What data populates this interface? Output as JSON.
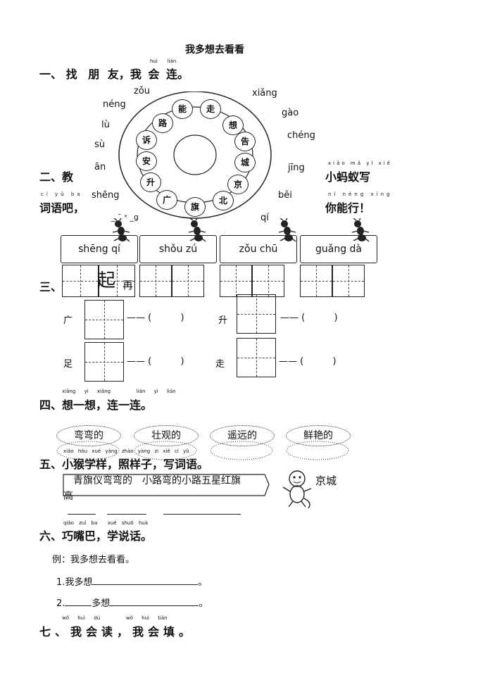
{
  "title": "我多想去看看",
  "sections": {
    "s1": {
      "label": "一、",
      "chars": [
        "找",
        "朋",
        "友",
        "，",
        "我",
        "会",
        "连",
        "。"
      ],
      "pinyin": [
        "",
        "",
        "",
        "",
        "",
        "huì",
        "lián",
        ""
      ]
    },
    "s2": {
      "line1": "二、教",
      "line1_end": "小蚂蚁写",
      "line2": "词语吧，",
      "line2_end": "你能行！",
      "pinyin_mid": [
        "xiǎo",
        "mǎ",
        "yǐ",
        "xiě"
      ],
      "pinyin_ci": [
        "cí",
        "yǔ",
        "ba"
      ],
      "pinyin_neng": [
        "nǐ",
        "néng",
        "xíng"
      ]
    },
    "s3": {
      "label": "三、",
      "char_big": "起",
      "char_small": "再"
    },
    "s4": {
      "label": "四、想一想，连一连。",
      "pinyin": [
        "xiǎng",
        "yì",
        "xiǎng",
        "lián",
        "yì",
        "lián"
      ]
    },
    "s5": {
      "label": "五、小猴学样，照样子，写词语。",
      "pinyin": [
        "xiǎo",
        "hóu",
        "xué",
        "yàng",
        "zhào",
        "yàng",
        "zi",
        "xiě",
        "cí",
        "yǔ"
      ]
    },
    "s6": {
      "label": "六、巧嘴巴，学说话。",
      "pinyin": [
        "qiǎo",
        "zuǐ",
        "ba",
        "xué",
        "shuō",
        "huà"
      ]
    },
    "s7": {
      "label": "七、我会读，我会填。",
      "pinyin": [
        "wǒ",
        "huì",
        "dú",
        "wǒ",
        "huì",
        "tián"
      ]
    }
  },
  "ring": {
    "chars": [
      "能",
      "走",
      "想",
      "告",
      "城",
      "京",
      "北",
      "旗",
      "广",
      "升",
      "安",
      "诉",
      "路"
    ],
    "pinyin_labels": [
      "zǒu",
      "xiǎng",
      "néng",
      "gào",
      "lù",
      "chéng",
      "sù",
      "ān",
      "jīng",
      "shēng",
      "běi",
      "qí"
    ],
    "pinyin_tail": "_ ˉ ˣ _g"
  },
  "signs": [
    "shēng qí",
    "shǒu zú",
    "zǒu chū",
    "guǎng dà"
  ],
  "s3_rows": [
    {
      "left": "广",
      "left_paren": "—— (          )",
      "right": "升",
      "right_paren": "—— (          )"
    },
    {
      "left": "足",
      "left_paren": "—— (          )",
      "right": "走",
      "right_paren": "—— (          )"
    }
  ],
  "words_s4": [
    "弯弯的",
    "壮观的",
    "遥远的",
    "鲜艳的"
  ],
  "s5_words": {
    "row": "青旗仪弯弯的　小路弯的小路五星红旗",
    "tail": "京城",
    "second": "高"
  },
  "s6_example": "例：我多想去看看。",
  "s6_item1": "1.我多想",
  "s6_item2_prefix": "2.",
  "s6_item2_mid": "多想",
  "s6_end": "。"
}
